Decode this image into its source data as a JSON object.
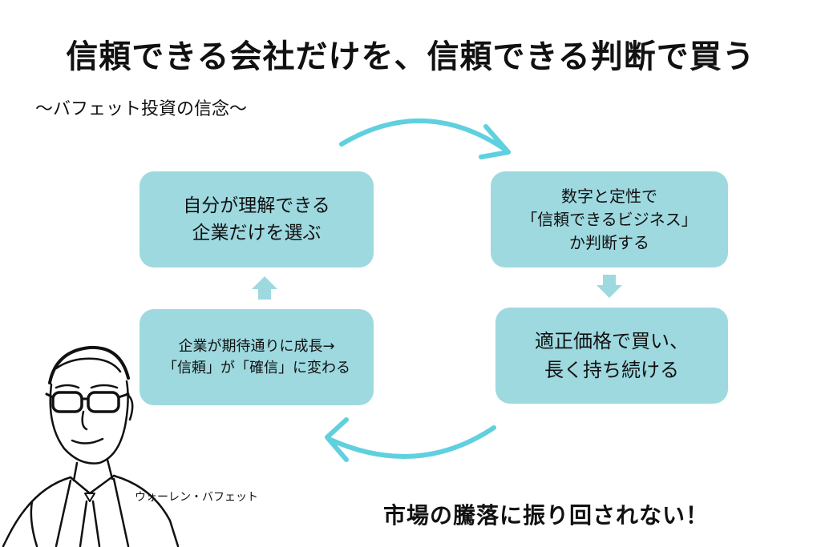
{
  "title": "信頼できる会社だけを、信頼できる判断で買う",
  "subtitle": "〜バフェット投資の信念〜",
  "steps": [
    {
      "text": "自分が理解できる\n企業だけを選ぶ"
    },
    {
      "text": "数字と定性で\n「信頼できるビジネス」\nか判断する"
    },
    {
      "text": "適正価格で買い、\n長く持ち続ける"
    },
    {
      "text": "企業が期待通りに成長→\n「信頼」が「確信」に変わる"
    }
  ],
  "caption": "ウォーレン・バフェット",
  "slogan": "市場の騰落に振り回されない！",
  "colors": {
    "box": "#9ed9e0",
    "arrow": "#5fd0de",
    "text": "#111111"
  }
}
